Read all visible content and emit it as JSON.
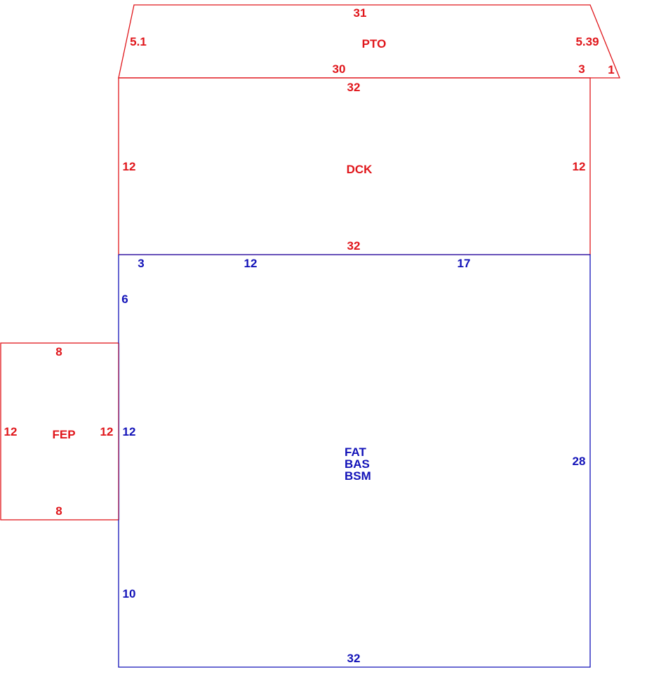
{
  "colors": {
    "red": "#e0161b",
    "blue": "#1212b8"
  },
  "pto": {
    "label": "PTO",
    "top": "31",
    "left": "5.1",
    "right": "5.39",
    "bottom": "30",
    "bottom_right": "3",
    "corner": "1"
  },
  "dck": {
    "label": "DCK",
    "top": "32",
    "left": "12",
    "right": "12",
    "bottom": "32"
  },
  "fep": {
    "label": "FEP",
    "top": "8",
    "left": "12",
    "right": "12",
    "bottom": "8"
  },
  "fat": {
    "labels": [
      "FAT",
      "BAS",
      "BSM"
    ],
    "top_seg1": "3",
    "top_seg2": "12",
    "top_seg3": "17",
    "left_seg1": "6",
    "left_seg2": "12",
    "left_seg3": "10",
    "right": "28",
    "bottom": "32"
  }
}
